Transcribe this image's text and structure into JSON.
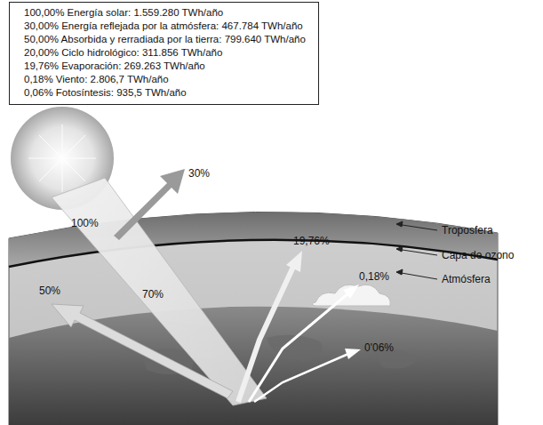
{
  "diagram": {
    "nodes": [
      {
        "text": [
          "100,00% Energía solar: 1.559.280 TWh/año",
          "30,00% Energía reflejada por la atmósfera: 467.784 TWh/año",
          "50,00% Absorbida y rerradiada por la tierra: 799.640 TWh/año",
          "20,00% Ciclo hidrológico: 311.856 TWh/año",
          "19,76% Evaporación: 269.263 TWh/año",
          "0,18% Viento: 2.806,7 TWh/año",
          "0,06% Fotosíntesis: 935,5 TWh/año"
        ]
      }
    ],
    "edges": [],
    "labels": [
      "30%",
      "100%",
      "50%",
      "70%",
      "19,76%",
      "0,18%",
      "0'06%",
      "Troposfera",
      "Capa de ozono",
      "Atmósfera"
    ]
  }
}
